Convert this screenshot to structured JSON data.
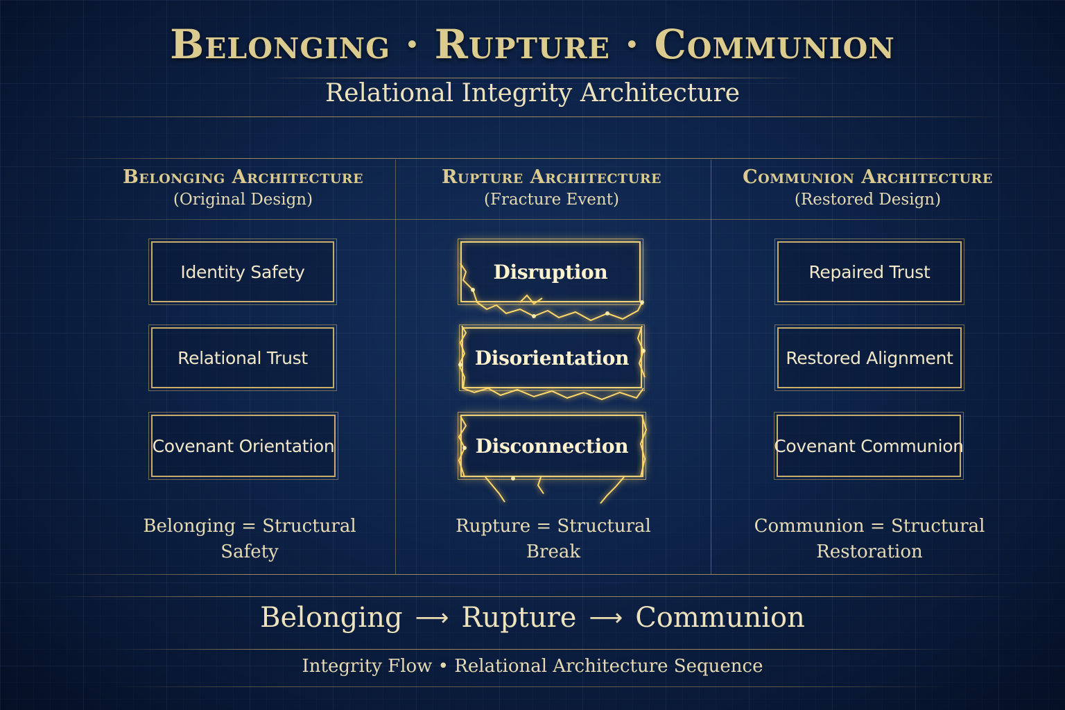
{
  "header": {
    "title": "Belonging · Rupture · Communion",
    "subtitle": "Relational Integrity Architecture"
  },
  "columns": [
    {
      "title": "Belonging Architecture",
      "subtitle": "(Original Design)",
      "boxes": [
        "Identity Safety",
        "Relational Trust",
        "Covenant Orientation"
      ],
      "caption_line1": "Belonging = Structural",
      "caption_line2": "Safety"
    },
    {
      "title": "Rupture Architecture",
      "subtitle": "(Fracture Event)",
      "boxes": [
        "Disruption",
        "Disorientation",
        "Disconnection"
      ],
      "caption_line1": "Rupture = Structural",
      "caption_line2": "Break"
    },
    {
      "title": "Communion Architecture",
      "subtitle": "(Restored Design)",
      "boxes": [
        "Repaired Trust",
        "Restored Alignment",
        "Covenant Communion"
      ],
      "caption_line1": "Communion = Structural",
      "caption_line2": "Restoration"
    }
  ],
  "flow": {
    "steps": [
      "Belonging",
      "Rupture",
      "Communion"
    ],
    "arrow_icon": "long-right-arrow-icon"
  },
  "footer": {
    "text": "Integrity Flow • Relational Architecture Sequence"
  },
  "colors": {
    "background": "#0d2247",
    "gold": "#c9ad6a",
    "glow": "#f0d27a"
  }
}
